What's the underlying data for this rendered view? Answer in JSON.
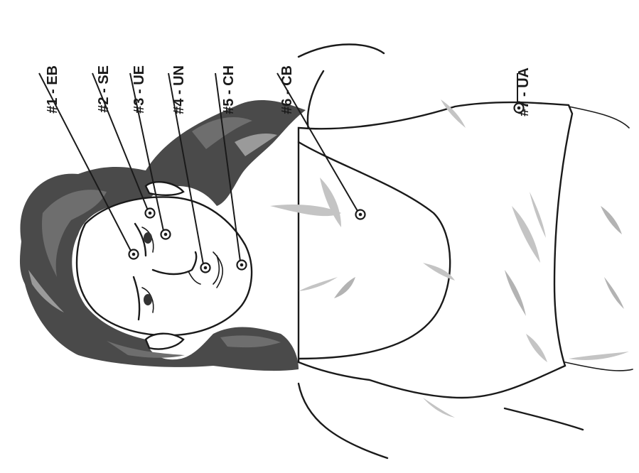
{
  "points": [
    {
      "id": "p1",
      "label": "#1 - EB"
    },
    {
      "id": "p2",
      "label": "#2 - SE"
    },
    {
      "id": "p3",
      "label": "#3 - UE"
    },
    {
      "id": "p4",
      "label": "#4 - UN"
    },
    {
      "id": "p5",
      "label": "#5 - CH"
    },
    {
      "id": "p6",
      "label": "#6 - CB"
    },
    {
      "id": "p7",
      "label": "#7 - UA"
    }
  ],
  "colors": {
    "ink": "#1a1a1a",
    "hair": "#4a4a4a",
    "shading": "#c4c4c4",
    "background": "#ffffff"
  }
}
